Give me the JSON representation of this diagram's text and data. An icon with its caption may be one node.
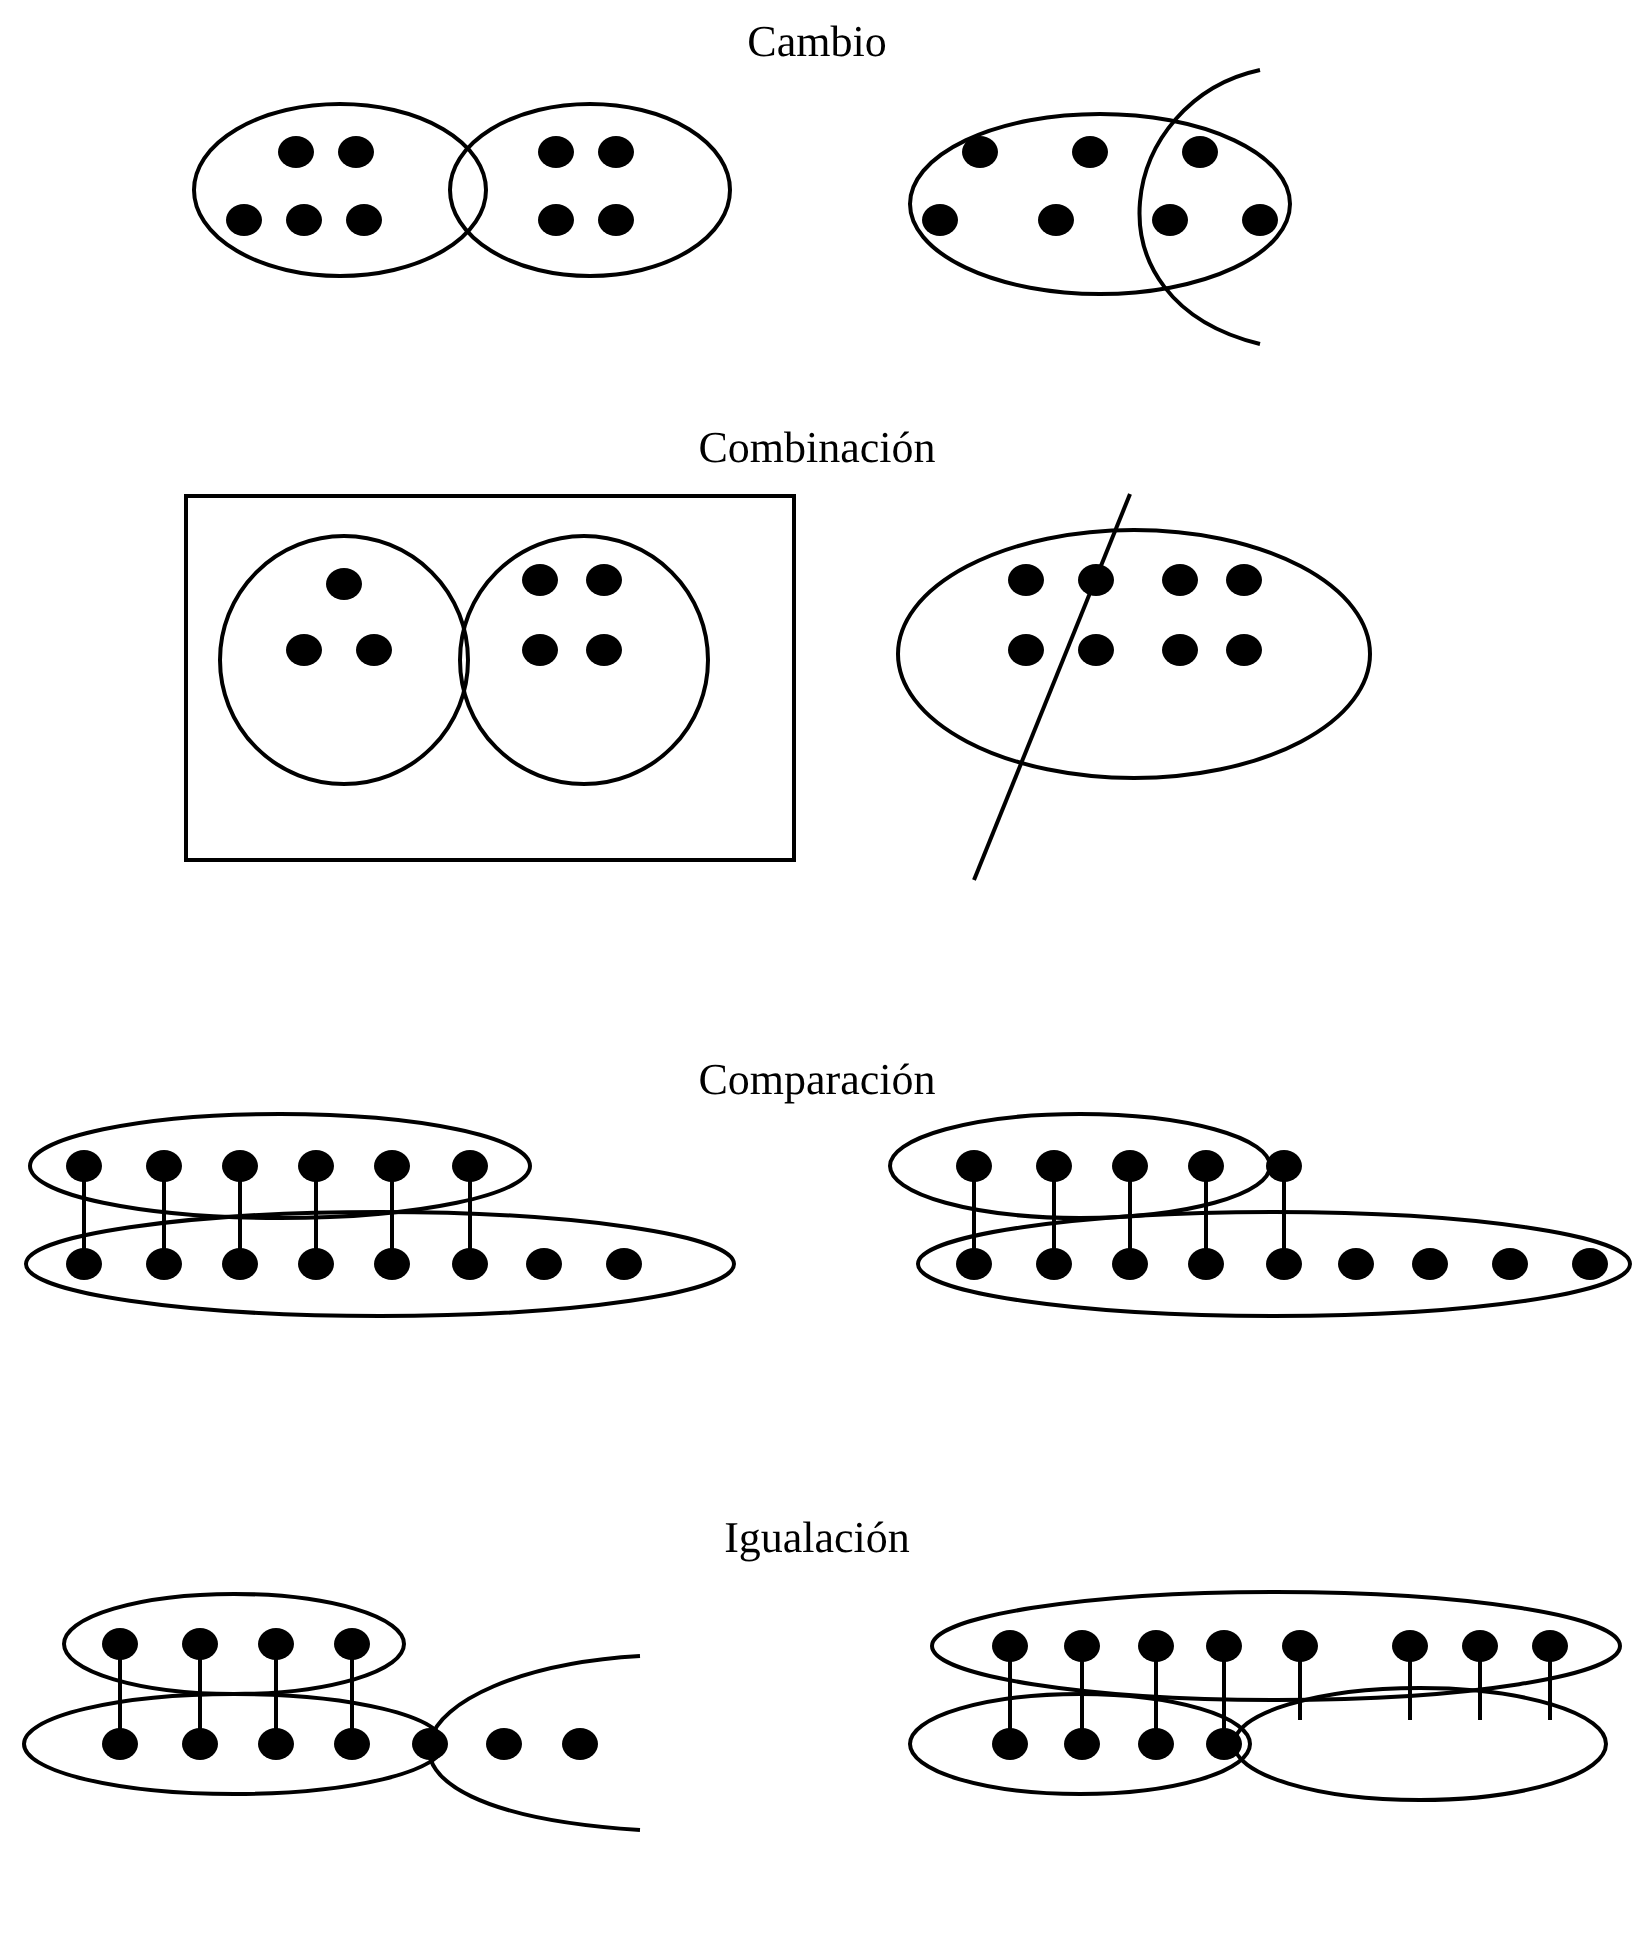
{
  "diagram": {
    "labels": [
      "Cambio",
      "Combinación",
      "Comparación",
      "Igualación"
    ]
  }
}
